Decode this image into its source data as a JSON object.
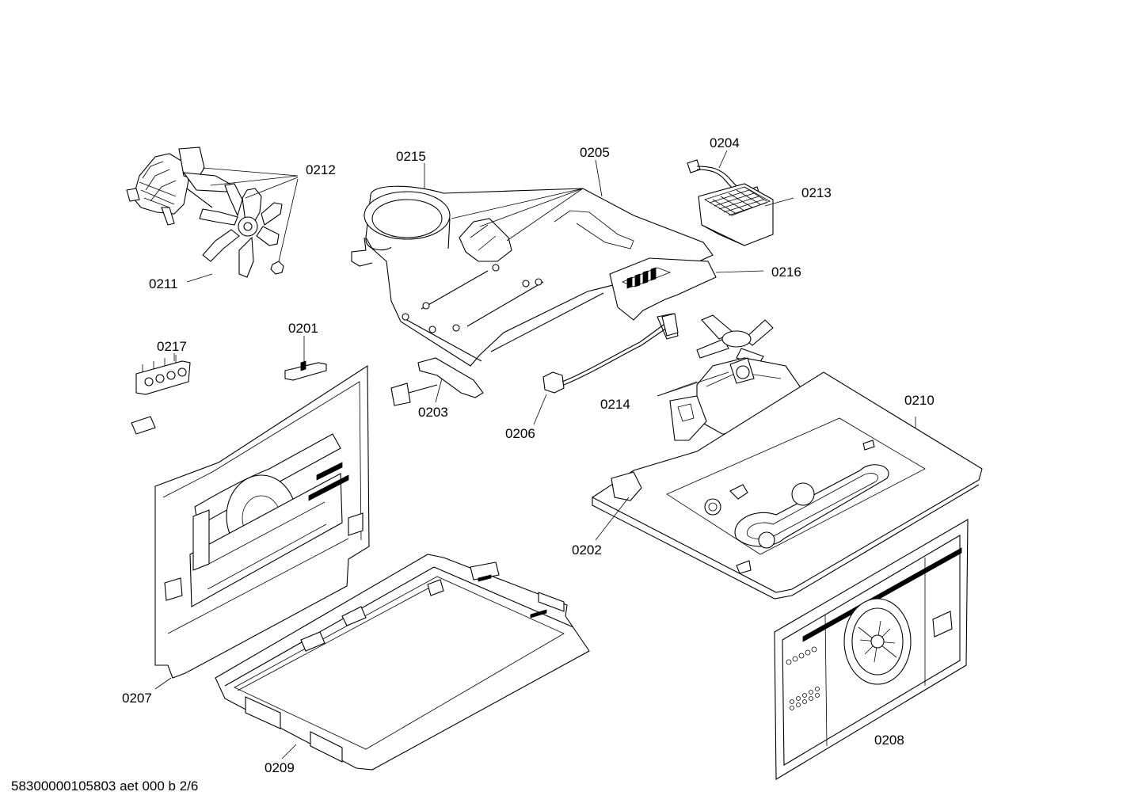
{
  "diagram": {
    "part_labels": [
      "0201",
      "0202",
      "0203",
      "0204",
      "0205",
      "0206",
      "0207",
      "0208",
      "0209",
      "0210",
      "0211",
      "0212",
      "0213",
      "0214",
      "0215",
      "0216",
      "0217"
    ],
    "footer": "58300000105803 aet 000 b 2/6"
  }
}
